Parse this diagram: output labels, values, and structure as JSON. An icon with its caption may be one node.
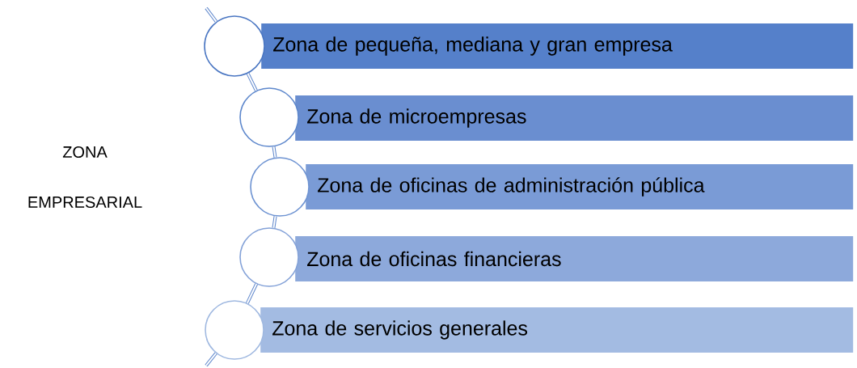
{
  "diagram": {
    "nodes": [
      {
        "text": [
          "Zona de pequeña, mediana y gran empresa"
        ]
      },
      {
        "text": [
          "Zona de microempresas"
        ]
      },
      {
        "text": [
          "Zona de oficinas de administración pública"
        ]
      },
      {
        "text": [
          "Zona de oficinas financieras"
        ]
      },
      {
        "text": [
          "Zona de servicios generales"
        ]
      },
      {
        "text": [],
        "shape": "circle"
      },
      {
        "text": [],
        "shape": "circle"
      },
      {
        "text": [],
        "shape": "circle"
      },
      {
        "text": [],
        "shape": "circle"
      },
      {
        "text": [],
        "shape": "circle"
      }
    ],
    "edges": [
      {
        "from": null,
        "to": 5,
        "arrow": "none"
      },
      {
        "from": 5,
        "to": 6,
        "arrow": "none"
      },
      {
        "from": 6,
        "to": 7,
        "arrow": "none"
      },
      {
        "from": 7,
        "to": 8,
        "arrow": "none"
      },
      {
        "from": 8,
        "to": 9,
        "arrow": "none"
      },
      {
        "from": 9,
        "to": null,
        "arrow": "none"
      }
    ],
    "labels": [
      "ZONA EMPRESARIAL"
    ]
  }
}
